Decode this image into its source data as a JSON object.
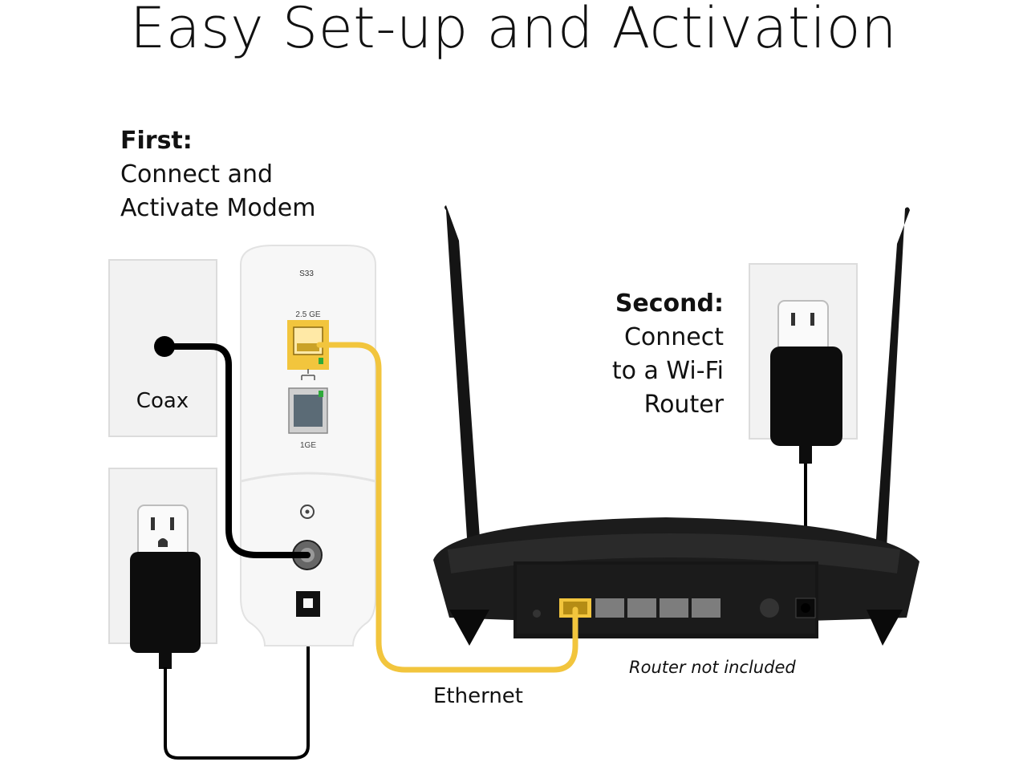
{
  "title": "Easy Set-up and Activation",
  "first": {
    "heading": "First:",
    "line1": "Connect and",
    "line2": "Activate Modem"
  },
  "second": {
    "heading": "Second:",
    "line1": "Connect",
    "line2": "to a Wi-Fi",
    "line3": "Router"
  },
  "labels": {
    "coax": "Coax",
    "ethernet": "Ethernet",
    "router_note": "Router not included",
    "modem_model": "S33",
    "port_25ge": "2.5 GE",
    "port_1ge": "1GE"
  },
  "colors": {
    "ethernet_cable": "#f2c53d",
    "cable": "#000000",
    "router_body": "#111111",
    "modem_body": "#f6f6f6",
    "wall_plate": "#f1f1f1"
  }
}
